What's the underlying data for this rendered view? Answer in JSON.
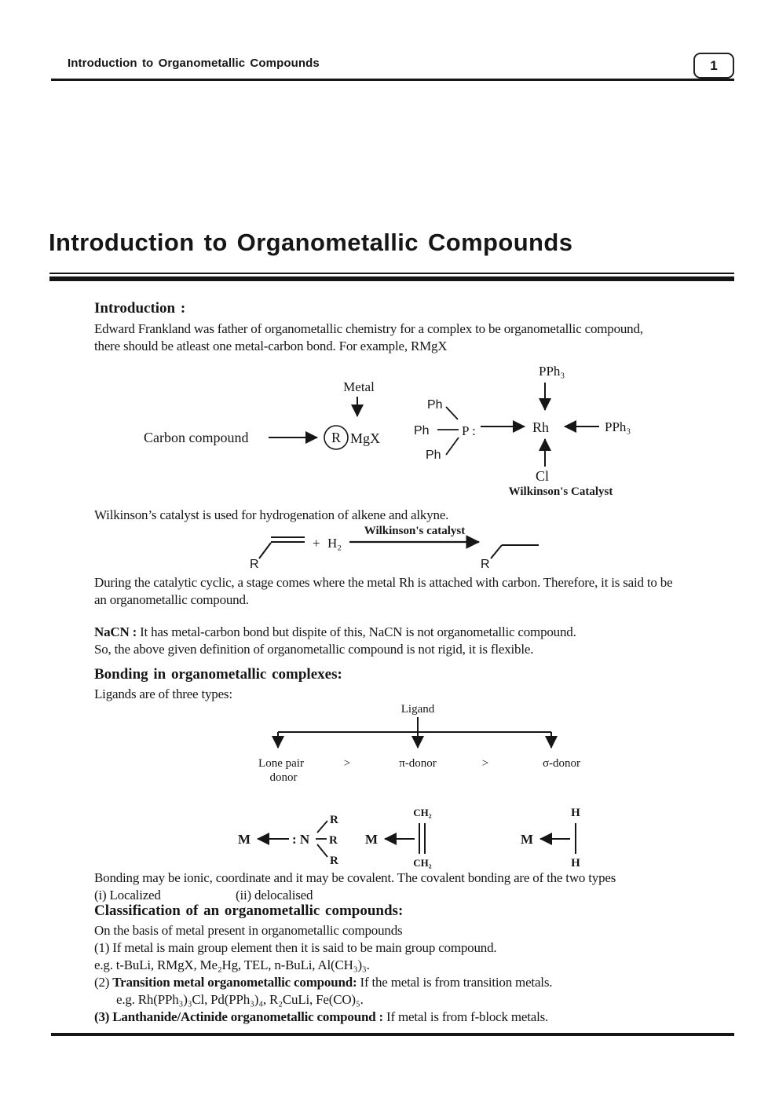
{
  "header": {
    "title": "Introduction to Organometallic Compounds",
    "page_number": "1"
  },
  "main_title": "Introduction to Organometallic Compounds",
  "intro": {
    "heading": "Introduction :",
    "line1": "Edward Frankland was father of organometallic chemistry for a complex to be organometallic compound,",
    "line2": "there should be atleast one metal-carbon bond. For example, RMgX"
  },
  "diagram1": {
    "metal": "Metal",
    "carbon_compound": "Carbon compound",
    "r": "R",
    "mgx": "MgX",
    "ph": "Ph",
    "p": "P :",
    "rh": "Rh",
    "pph3": "PPh₃",
    "cl": "Cl",
    "caption": "Wilkinson's Catalyst"
  },
  "wilkinson_line": "Wilkinson’s catalyst  is used for hydrogenation of alkene and alkyne.",
  "reaction": {
    "r_left": "R",
    "plus": "+",
    "h2": "H₂",
    "catalyst_label": "Wilkinson's catalyst",
    "r_right": "R"
  },
  "during": {
    "line1": "During the catalytic cyclic, a stage comes where the metal Rh is attached with carbon. Therefore, it is said to be",
    "line2": "an organometallic compound."
  },
  "nacn": {
    "bold": "NaCN :",
    "rest": " It has metal-carbon bond but dispite of this, NaCN is not organometallic compound.",
    "line2": "So, the above given definition of organometallic compound is not rigid, it is flexible."
  },
  "bonding": {
    "heading": "Bonding in organometallic complexes:",
    "subtext": "Ligands are of three types:"
  },
  "ligand_tree": {
    "root": "Ligand",
    "lone_pair_line1": "Lone pair",
    "lone_pair_line2": "donor",
    "gt": ">",
    "pi_donor": "π-donor",
    "sigma_donor": "σ-donor"
  },
  "structures": {
    "m": "M",
    "n": ": N",
    "r": "R",
    "ch2": "CH₂",
    "h": "H"
  },
  "covalent": {
    "line1": "Bonding may be ionic, coordinate and it may be covalent. The covalent bonding are of the two types",
    "item_i": "(i) Localized",
    "item_ii": "(ii) delocalised"
  },
  "classification": {
    "heading": "Classification of an organometallic compounds:",
    "line1": "On the basis of metal present in organometallic compounds",
    "line2": "(1) If metal is main group element then it is said to be main group compound.",
    "line3": "e.g. t-BuLi, RMgX, Me₂Hg, TEL, n-BuLi, Al(CH₃)₃.",
    "line4_prefix": "(2) ",
    "line4_bold": "Transition metal organometallic compound:",
    "line4_rest": " If the metal is from transition metals.",
    "line5": "e.g. Rh(PPh₃)₃Cl, Pd(PPh₃)₄, R₂CuLi, Fe(CO)₅.",
    "line6_bold": "(3) Lanthanide/Actinide organometallic compound : ",
    "line6_rest": "If metal is from f-block metals."
  }
}
